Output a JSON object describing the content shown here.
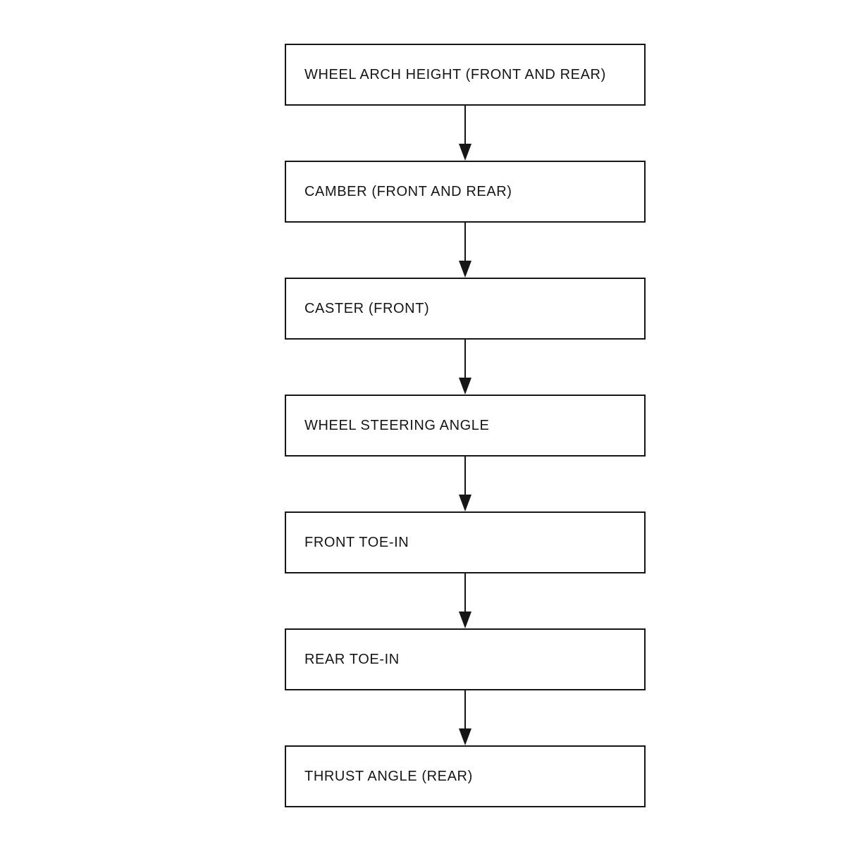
{
  "diagram": {
    "type": "flowchart",
    "orientation": "vertical",
    "colors": {
      "background": "#ffffff",
      "line": "#161616",
      "text": "#161616"
    },
    "steps": [
      {
        "label": "WHEEL ARCH HEIGHT (FRONT AND REAR)"
      },
      {
        "label": "CAMBER (FRONT AND REAR)"
      },
      {
        "label": "CASTER (FRONT)"
      },
      {
        "label": "WHEEL STEERING ANGLE"
      },
      {
        "label": "FRONT TOE-IN"
      },
      {
        "label": "REAR TOE-IN"
      },
      {
        "label": "THRUST ANGLE (REAR)"
      }
    ]
  }
}
